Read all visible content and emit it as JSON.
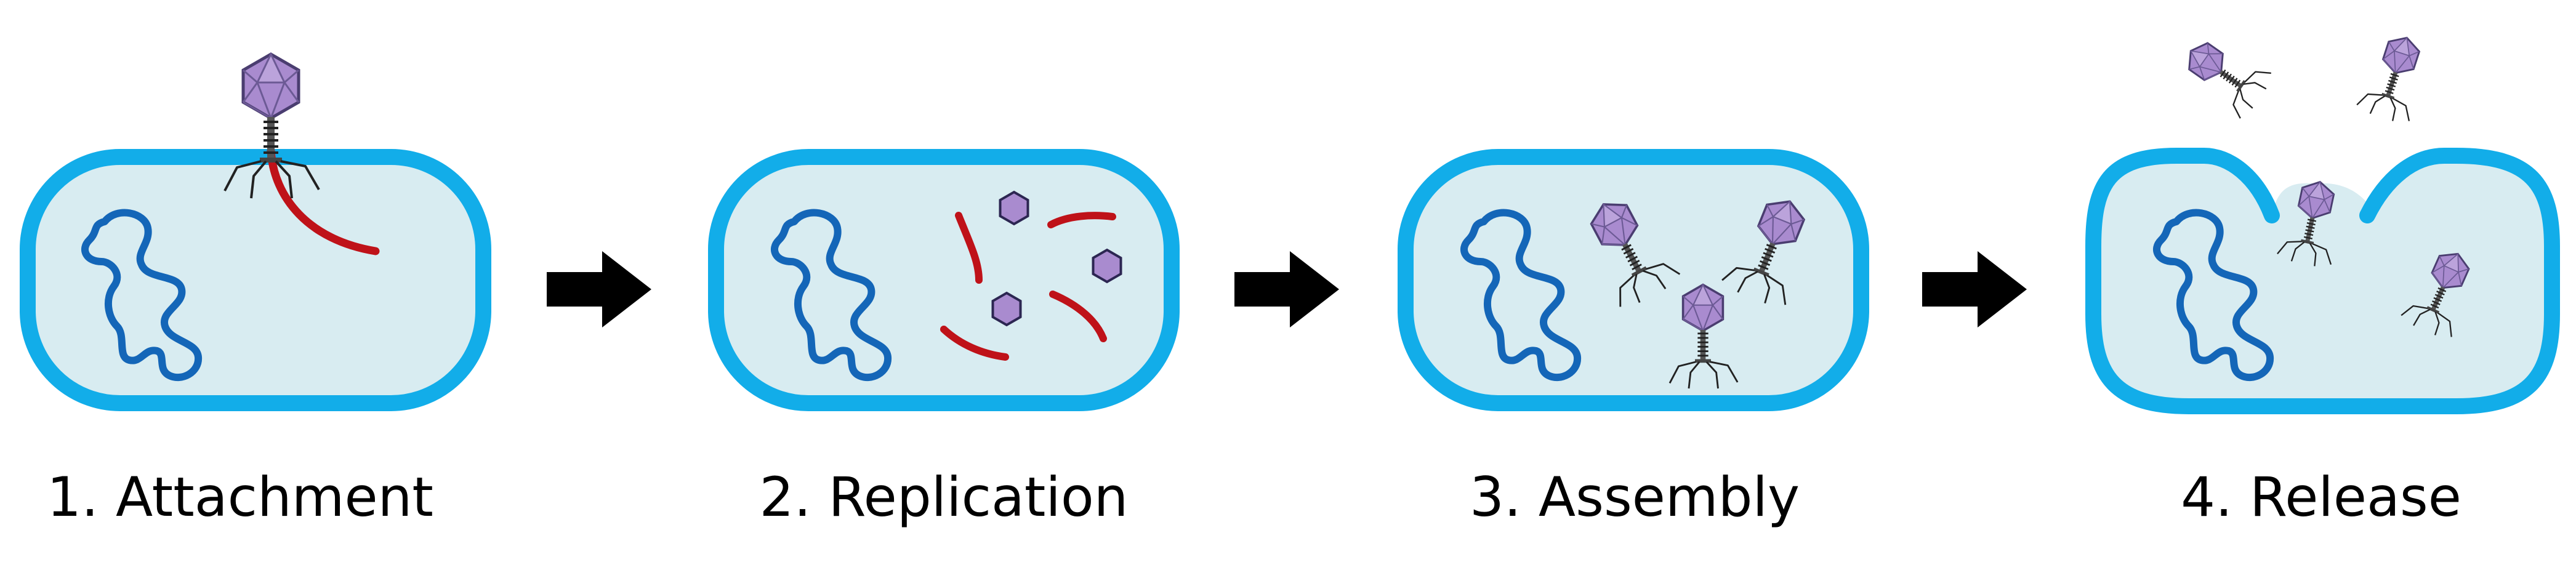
{
  "colors": {
    "membrane": "#12ade9",
    "cytoplasm": "#d8ecf1",
    "host_dna": "#1466b8",
    "phage_dna": "#bf1219",
    "capsid": "#a98bcf",
    "capsid_stroke": "#4a3d70",
    "arrow": "#000000",
    "tail": "#333333"
  },
  "icons": {
    "cell": "bacterial-cell-icon",
    "phage": "bacteriophage-icon",
    "capsid": "hexagon-capsid-icon",
    "host_dna": "squiggle-dna-icon",
    "phage_dna": "curved-strand-icon",
    "arrow": "right-arrow-icon"
  },
  "stages": [
    {
      "number": "1.",
      "title": "Attachment"
    },
    {
      "number": "2.",
      "title": "Replication"
    },
    {
      "number": "3.",
      "title": "Assembly"
    },
    {
      "number": "4.",
      "title": "Release"
    }
  ]
}
